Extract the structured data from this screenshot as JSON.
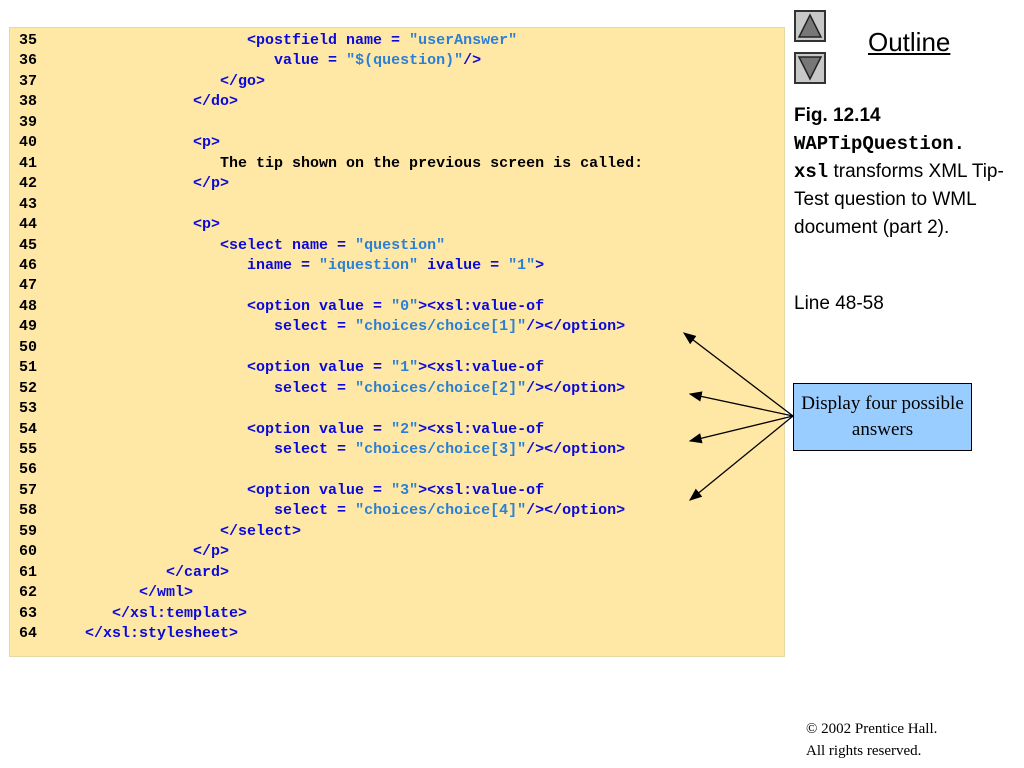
{
  "code_lines": [
    {
      "n": "35",
      "indent": "                    ",
      "parts": [
        [
          "blue",
          "<postfield name = "
        ],
        [
          "str",
          "\"userAnswer\""
        ]
      ]
    },
    {
      "n": "36",
      "indent": "                       ",
      "parts": [
        [
          "blue",
          "value = "
        ],
        [
          "str",
          "\"$(question)\""
        ],
        [
          "blue",
          "/>"
        ]
      ]
    },
    {
      "n": "37",
      "indent": "                 ",
      "parts": [
        [
          "blue",
          "</go>"
        ]
      ]
    },
    {
      "n": "38",
      "indent": "              ",
      "parts": [
        [
          "blue",
          "</do>"
        ]
      ]
    },
    {
      "n": "39",
      "indent": "",
      "parts": []
    },
    {
      "n": "40",
      "indent": "              ",
      "parts": [
        [
          "blue",
          "<p>"
        ]
      ]
    },
    {
      "n": "41",
      "indent": "                 ",
      "parts": [
        [
          "black",
          "The tip shown on the previous screen is called:"
        ]
      ]
    },
    {
      "n": "42",
      "indent": "              ",
      "parts": [
        [
          "blue",
          "</p>"
        ]
      ]
    },
    {
      "n": "43",
      "indent": "",
      "parts": []
    },
    {
      "n": "44",
      "indent": "              ",
      "parts": [
        [
          "blue",
          "<p>"
        ]
      ]
    },
    {
      "n": "45",
      "indent": "                 ",
      "parts": [
        [
          "blue",
          "<select name = "
        ],
        [
          "str",
          "\"question\""
        ]
      ]
    },
    {
      "n": "46",
      "indent": "                    ",
      "parts": [
        [
          "blue",
          "iname = "
        ],
        [
          "str",
          "\"iquestion\""
        ],
        [
          "blue",
          " ivalue = "
        ],
        [
          "str",
          "\"1\""
        ],
        [
          "blue",
          ">"
        ]
      ]
    },
    {
      "n": "47",
      "indent": "",
      "parts": []
    },
    {
      "n": "48",
      "indent": "                    ",
      "parts": [
        [
          "blue",
          "<option value = "
        ],
        [
          "str",
          "\"0\""
        ],
        [
          "blue",
          "><xsl:value-of"
        ]
      ]
    },
    {
      "n": "49",
      "indent": "                       ",
      "parts": [
        [
          "blue",
          "select = "
        ],
        [
          "str",
          "\"choices/choice[1]\""
        ],
        [
          "blue",
          "/></option>"
        ]
      ]
    },
    {
      "n": "50",
      "indent": "",
      "parts": []
    },
    {
      "n": "51",
      "indent": "                    ",
      "parts": [
        [
          "blue",
          "<option value = "
        ],
        [
          "str",
          "\"1\""
        ],
        [
          "blue",
          "><xsl:value-of"
        ]
      ]
    },
    {
      "n": "52",
      "indent": "                       ",
      "parts": [
        [
          "blue",
          "select = "
        ],
        [
          "str",
          "\"choices/choice[2]\""
        ],
        [
          "blue",
          "/></option>"
        ]
      ]
    },
    {
      "n": "53",
      "indent": "",
      "parts": []
    },
    {
      "n": "54",
      "indent": "                    ",
      "parts": [
        [
          "blue",
          "<option value = "
        ],
        [
          "str",
          "\"2\""
        ],
        [
          "blue",
          "><xsl:value-of"
        ]
      ]
    },
    {
      "n": "55",
      "indent": "                       ",
      "parts": [
        [
          "blue",
          "select = "
        ],
        [
          "str",
          "\"choices/choice[3]\""
        ],
        [
          "blue",
          "/></option>"
        ]
      ]
    },
    {
      "n": "56",
      "indent": "",
      "parts": []
    },
    {
      "n": "57",
      "indent": "                    ",
      "parts": [
        [
          "blue",
          "<option value = "
        ],
        [
          "str",
          "\"3\""
        ],
        [
          "blue",
          "><xsl:value-of"
        ]
      ]
    },
    {
      "n": "58",
      "indent": "                       ",
      "parts": [
        [
          "blue",
          "select = "
        ],
        [
          "str",
          "\"choices/choice[4]\""
        ],
        [
          "blue",
          "/></option>"
        ]
      ]
    },
    {
      "n": "59",
      "indent": "                 ",
      "parts": [
        [
          "blue",
          "</select>"
        ]
      ]
    },
    {
      "n": "60",
      "indent": "              ",
      "parts": [
        [
          "blue",
          "</p>"
        ]
      ]
    },
    {
      "n": "61",
      "indent": "           ",
      "parts": [
        [
          "blue",
          "</card>"
        ]
      ]
    },
    {
      "n": "62",
      "indent": "        ",
      "parts": [
        [
          "blue",
          "</wml>"
        ]
      ]
    },
    {
      "n": "63",
      "indent": "     ",
      "parts": [
        [
          "blue",
          "</xsl:template>"
        ]
      ]
    },
    {
      "n": "64",
      "indent": "  ",
      "parts": [
        [
          "blue",
          "</xsl:stylesheet>"
        ]
      ]
    }
  ],
  "nav": {
    "up_icon": "up-triangle-icon",
    "down_icon": "down-triangle-icon",
    "outline_label": "Outline"
  },
  "caption": {
    "fig": "Fig. 12.14",
    "code1": "WAPTipQuestion.",
    "code2": "xsl",
    "rest": " transforms XML Tip-Test question to WML document (part 2)."
  },
  "line_ref": "Line 48-58",
  "callout": "Display four possible answers",
  "copyright": {
    "symbol": "©",
    "line1": " 2002 Prentice Hall.",
    "line2": "All rights reserved."
  },
  "colors": {
    "panel": "#ffe8a6",
    "tag": "#0a0ad8",
    "string": "#2a7fd6",
    "callout": "#99ccff"
  }
}
